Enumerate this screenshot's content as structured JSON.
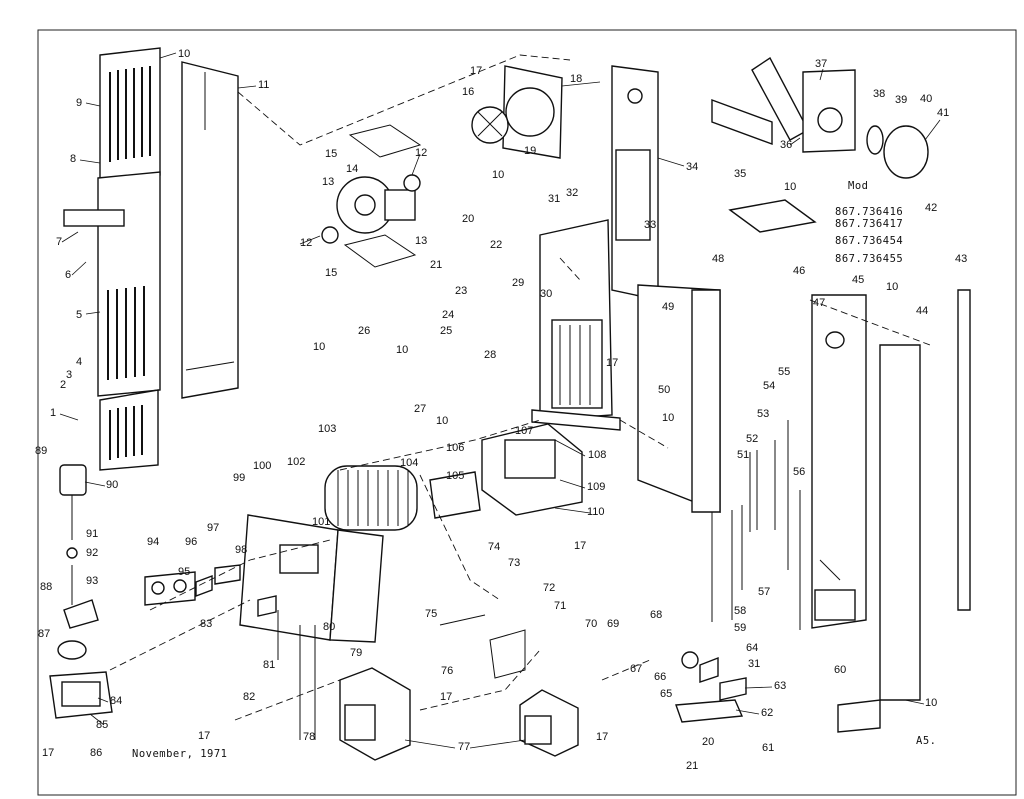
{
  "diagram": {
    "date_text": "November, 1971",
    "sheet_id": "A5.",
    "model_header": "Mod",
    "models": [
      "867.736416",
      "867.736417",
      "867.736454",
      "867.736455"
    ],
    "parts": {
      "p1": "1",
      "p2": "2",
      "p3": "3",
      "p4": "4",
      "p5": "5",
      "p6": "6",
      "p7": "7",
      "p8": "8",
      "p9": "9",
      "p10a": "10",
      "p10b": "10",
      "p10c": "10",
      "p10d": "10",
      "p10e": "10",
      "p10f": "10",
      "p10g": "10",
      "p10h": "10",
      "p10i": "10",
      "p10j": "10",
      "p10k": "10",
      "p11": "11",
      "p12a": "12",
      "p12b": "12",
      "p13a": "13",
      "p13b": "13",
      "p14": "14",
      "p15a": "15",
      "p15b": "15",
      "p16": "16",
      "p17a": "17",
      "p17b": "17",
      "p17c": "17",
      "p17d": "17",
      "p17e": "17",
      "p17f": "17",
      "p17g": "17",
      "p18": "18",
      "p19": "19",
      "p20a": "20",
      "p20b": "20",
      "p21a": "21",
      "p21b": "21",
      "p22": "22",
      "p23": "23",
      "p24": "24",
      "p25": "25",
      "p26": "26",
      "p27": "27",
      "p28": "28",
      "p29": "29",
      "p30": "30",
      "p31a": "31",
      "p31b": "31",
      "p32": "32",
      "p33": "33",
      "p34": "34",
      "p35": "35",
      "p36": "36",
      "p37": "37",
      "p38": "38",
      "p39": "39",
      "p40": "40",
      "p41": "41",
      "p42": "42",
      "p43": "43",
      "p44": "44",
      "p45": "45",
      "p46": "46",
      "p47": "47",
      "p48": "48",
      "p49": "49",
      "p50": "50",
      "p51": "51",
      "p52": "52",
      "p53": "53",
      "p54": "54",
      "p55": "55",
      "p56": "56",
      "p57": "57",
      "p58": "58",
      "p59": "59",
      "p60": "60",
      "p61": "61",
      "p62": "62",
      "p63": "63",
      "p64": "64",
      "p65": "65",
      "p66": "66",
      "p67": "67",
      "p68": "68",
      "p69": "69",
      "p70": "70",
      "p71": "71",
      "p72": "72",
      "p73": "73",
      "p74": "74",
      "p75": "75",
      "p76": "76",
      "p77": "77",
      "p78": "78",
      "p79": "79",
      "p80": "80",
      "p81": "81",
      "p82": "82",
      "p83": "83",
      "p84": "84",
      "p85": "85",
      "p86": "86",
      "p87": "87",
      "p88": "88",
      "p89": "89",
      "p90": "90",
      "p91": "91",
      "p92": "92",
      "p93": "93",
      "p94": "94",
      "p95": "95",
      "p96": "96",
      "p97": "97",
      "p98": "98",
      "p99": "99",
      "p100": "100",
      "p101": "101",
      "p102": "102",
      "p103": "103",
      "p104": "104",
      "p105": "105",
      "p106": "106",
      "p107": "107",
      "p108": "108",
      "p109": "109",
      "p110": "110"
    }
  }
}
